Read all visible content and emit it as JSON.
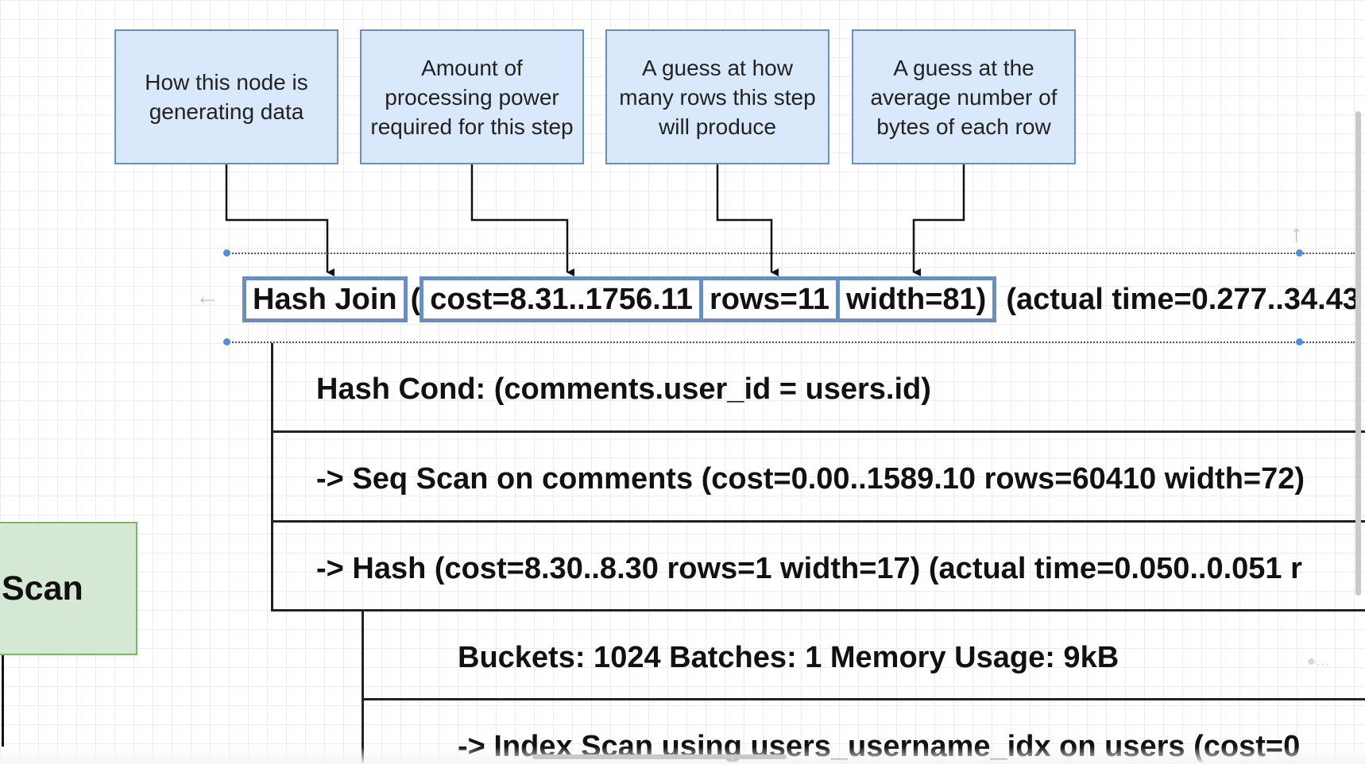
{
  "callouts": [
    {
      "text": "How this node is generating data"
    },
    {
      "text": "Amount of processing power required for this step"
    },
    {
      "text": "A guess at how many rows this step will produce"
    },
    {
      "text": "A guess at the average number of bytes of each row"
    }
  ],
  "plan": {
    "node": "Hash Join",
    "paren_open": "(",
    "cost": "cost=8.31..1756.11",
    "rows": "rows=11",
    "width": "width=81)",
    "actual": "(actual time=0.277..34.43"
  },
  "table": {
    "rows": [
      "Hash Cond: (comments.user_id = users.id)",
      "->  Seq Scan on comments  (cost=0.00..1589.10 rows=60410 width=72)",
      "->  Hash  (cost=8.30..8.30 rows=1 width=17) (actual time=0.050..0.051 r",
      "Buckets: 1024  Batches: 1  Memory Usage: 9kB",
      "->  Index Scan using users_username_idx on users  (cost=0"
    ]
  },
  "side_node": {
    "label": "Scan"
  },
  "colors": {
    "callout_fill": "#dae8fc",
    "callout_border": "#6c8ebf",
    "highlight_border": "#6c8ebf",
    "scan_fill": "#d5e8d4",
    "scan_border": "#82b366"
  }
}
